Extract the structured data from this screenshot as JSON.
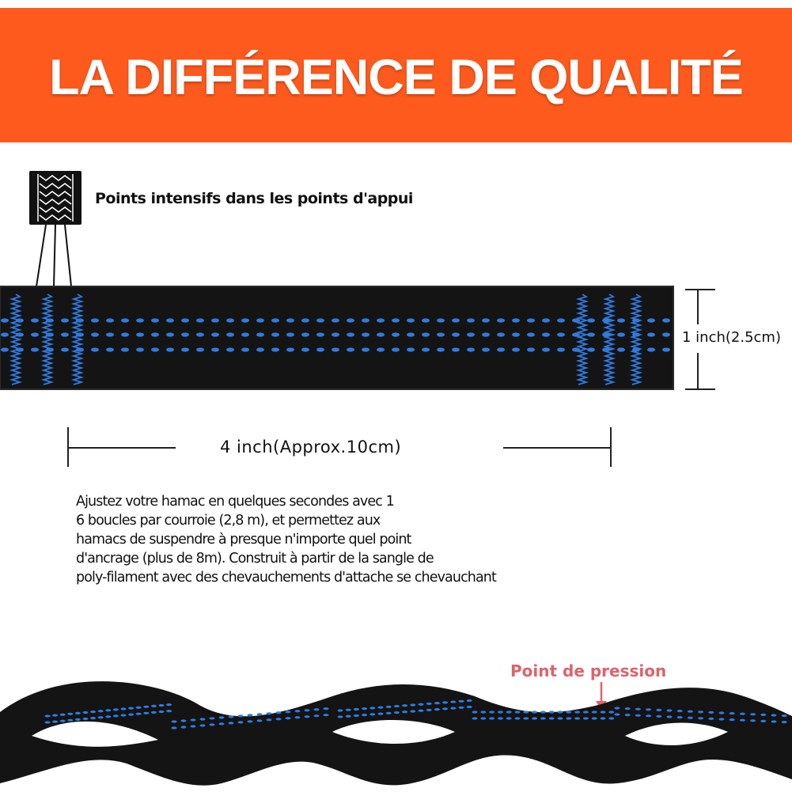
{
  "banner": {
    "title": "LA DIFFÉRENCE DE QUALITÉ",
    "background": "#fe5a1d",
    "text_color": "#ffffff"
  },
  "stitching": {
    "label": "Points intensifs dans les points d'appui",
    "icon": "zigzag-stitch-icon"
  },
  "dimensions": {
    "width_label": "1 inch(2.5cm)",
    "length_label": "4 inch(Approx.10cm)"
  },
  "description": {
    "lines": [
      "Ajustez votre hamac en quelques secondes avec 1",
      "6 boucles par courroie (2,8 m), et permettez aux",
      "hamacs de suspendre à presque n'importe quel point",
      "d'ancrage (plus de 8m). Construit à partir de la sangle de",
      "poly-filament avec des chevauchements d'attache se chevauchant"
    ]
  },
  "pressure": {
    "label": "Point de pression",
    "color": "#e0626a"
  },
  "colors": {
    "strap": "#141414",
    "stitch_blue": "#2f7be0"
  }
}
